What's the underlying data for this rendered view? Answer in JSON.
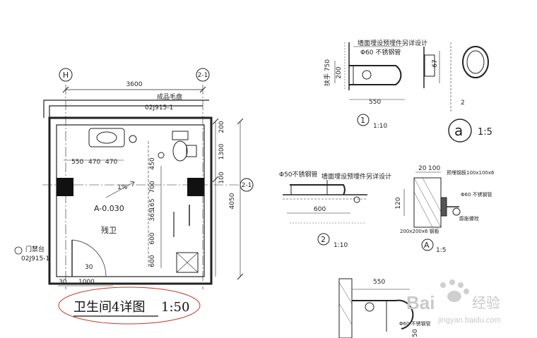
{
  "plan": {
    "grid_axis_h": "H",
    "grid_axis_2_1_top": "2-1",
    "grid_axis_2_1_right": "2-1",
    "dim_width": "3600",
    "dim_height": "4050",
    "ref_top_note": "成品毛盘",
    "ref_top_code": "02J915-1",
    "dims_row": [
      "550",
      "470",
      "470"
    ],
    "dims_right": [
      "200",
      "1300",
      "100"
    ],
    "dims_inner": [
      "450",
      "700",
      "365",
      "165",
      "600",
      "600"
    ],
    "room_level": "A-0.030",
    "room_name": "残卫",
    "slope_label": "1%",
    "door_note": "门禁台",
    "door_code": "02J915-1",
    "dims_bottom": [
      "30",
      "1000",
      "30"
    ],
    "title": "卫生间4详图",
    "scale": "1:50"
  },
  "detail1": {
    "note1": "墙面埋设预埋件另详设计",
    "note2": "Φ60 不锈钢管",
    "dim_vert_label": "扶手 750",
    "dim_200": "200",
    "dim_550": "550",
    "dim_67": "67",
    "dim_2": "2",
    "marker": "1",
    "scale": "1:10"
  },
  "detailA_round": {
    "marker": "a",
    "scale": "1:5"
  },
  "detail2": {
    "note1": "Φ50不锈钢管",
    "note2": "墙面埋设预埋件另详设计",
    "dim_600": "600",
    "marker": "2",
    "scale": "1:10"
  },
  "detailA_section": {
    "dims_top": [
      "20",
      "100"
    ],
    "dim_side": "120",
    "notes": [
      "预埋钢板100x100x6",
      "Φ60 不锈钢管",
      "膨胀螺栓",
      "200x200x6 钢板"
    ],
    "marker": "A",
    "scale": "1:5"
  },
  "detail3": {
    "dim_550": "550",
    "note": "Φ60 不锈钢管",
    "dim_50": "50"
  },
  "watermark": {
    "brand": "Bai",
    "brand_suffix": "经验",
    "url": "jingyan.baidu.com"
  }
}
